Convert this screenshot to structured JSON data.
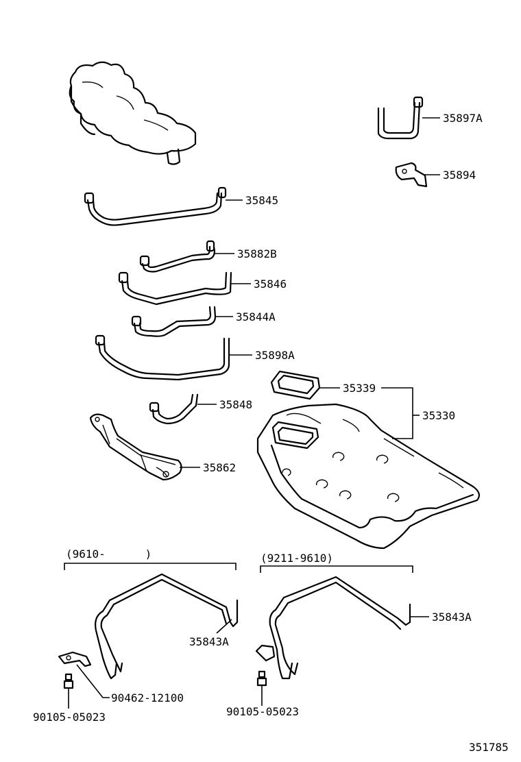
{
  "diagram": {
    "labels": {
      "p35897A": "35897A",
      "p35894": "35894",
      "p35845": "35845",
      "p35882B": "35882B",
      "p35846": "35846",
      "p35844A": "35844A",
      "p35898A": "35898A",
      "p35339": "35339",
      "p35330": "35330",
      "p35848": "35848",
      "p35862": "35862",
      "p35843A_left": "35843A",
      "p35843A_right": "35843A",
      "p90462": "90462-12100",
      "p90105_left": "90105-05023",
      "p90105_right": "90105-05023"
    },
    "groups": {
      "left_range": "(9610-      )",
      "right_range": "(9211-9610)"
    },
    "figure_number": "351785"
  }
}
